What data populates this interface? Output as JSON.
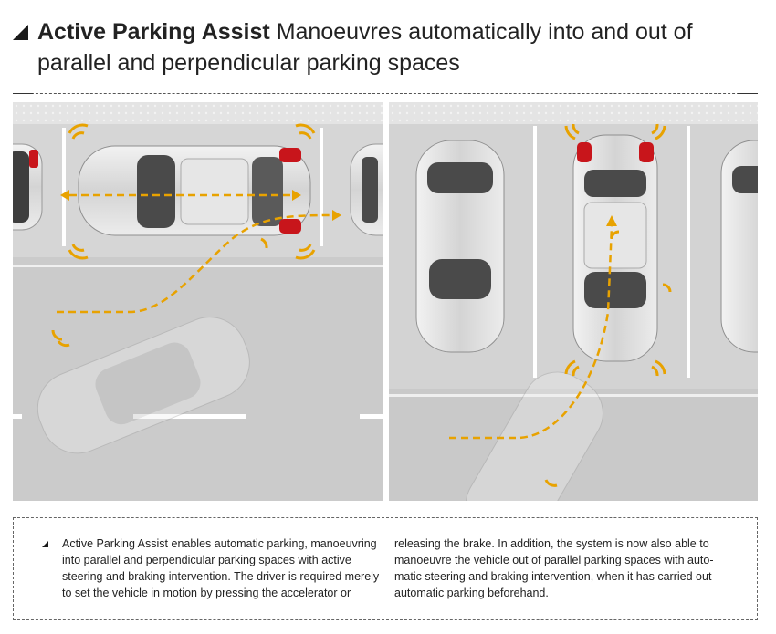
{
  "header": {
    "title_bold": "Active Parking Assist",
    "title_rest_line1": "Manoeuvres automatically into and out of",
    "title_line2": "parallel and perpendicular parking spaces"
  },
  "caption": {
    "col1": [
      "Active Parking Assist enables automatic parking, manoeuvring",
      "into parallel and perpendicular parking spaces with active",
      "steering and braking intervention. The driver is required merely",
      "to set the vehicle in motion by pressing the accelerator or"
    ],
    "col2": [
      "releasing the brake. In addition, the system is now also able to",
      "manoeuvre the vehicle out of parallel parking spaces with auto-",
      "matic steering and braking intervention, when it has carried out",
      "automatic parking beforehand."
    ]
  },
  "colors": {
    "path": "#e8a200",
    "sensor": "#e8a200",
    "road": "#c9c9c9",
    "car_body": "#dedede",
    "car_glass": "#4b4b4b",
    "tail_light": "#c8151b"
  },
  "icons": [
    "triangle-bullet-icon",
    "parking-sensor-wave-icon",
    "path-arrow-icon"
  ]
}
